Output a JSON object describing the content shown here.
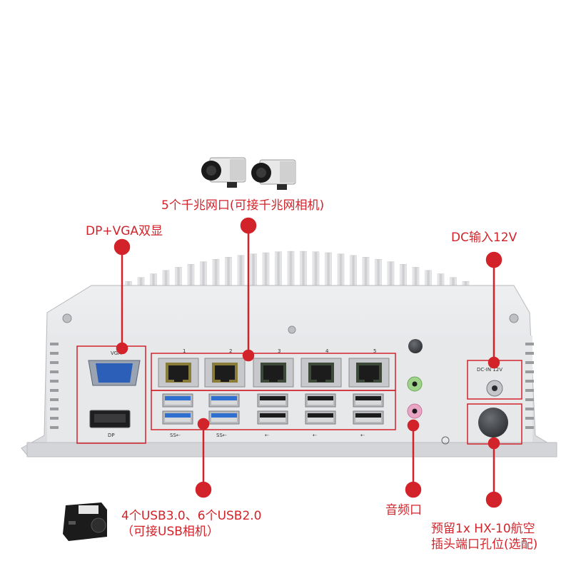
{
  "callouts": {
    "ethernet": "5个千兆网口(可接千兆网相机)",
    "display": "DP+VGA双显",
    "dc_in": "DC输入12V",
    "usb_line1": "4个USB3.0、6个USB2.0",
    "usb_line2": "（可接USB相机）",
    "audio": "音频口",
    "aviation_line1": "预留1x HX-10航空",
    "aviation_line2": "插头端口孔位(选配)"
  },
  "panel_labels": {
    "lan_numbers": [
      "1",
      "2",
      "3",
      "4",
      "5"
    ],
    "vga": "VGA",
    "dp": "DP",
    "dc_jack": "DC-IN 12V",
    "usb3_mark": "SS",
    "usb3_mark_2": "SS"
  },
  "colors": {
    "callout_red": "#d2232a",
    "chassis": "#e4e5e7",
    "port_black": "#1c1c1c",
    "usb3_blue": "#2f6fd0",
    "audio_green": "#9fd28a",
    "audio_pink": "#e9a6c4"
  }
}
